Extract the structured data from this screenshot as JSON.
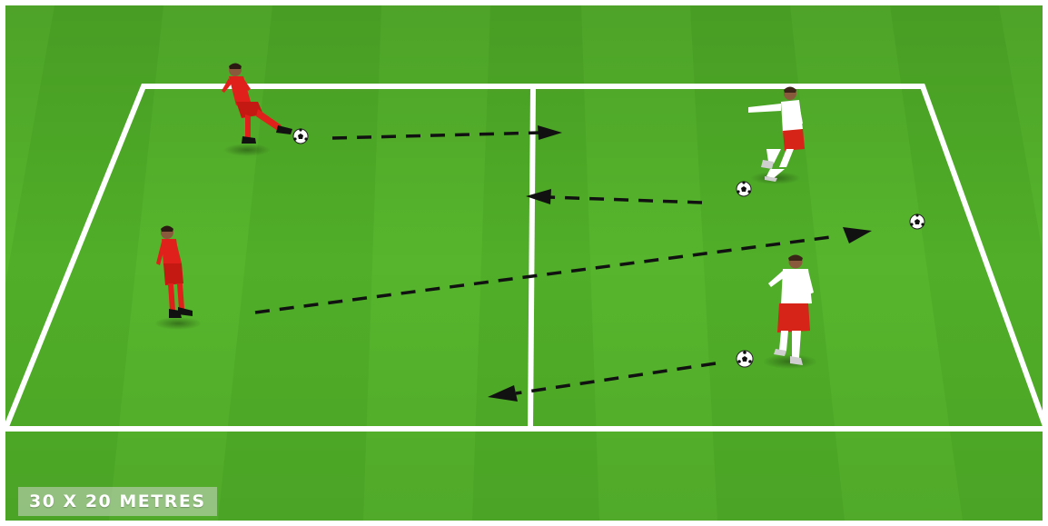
{
  "diagram": {
    "area_label": "30 X 20 METRES"
  },
  "colors": {
    "grass_light": "#5fbf32",
    "grass_dark": "#4aa826",
    "lines": "#ffffff",
    "red_team": "#e0201a",
    "white_team_shirt": "#ffffff",
    "white_team_shorts": "#d62418",
    "arrow": "#111111"
  },
  "players": [
    {
      "team": "red",
      "pose": "kicking"
    },
    {
      "team": "red",
      "pose": "standing"
    },
    {
      "team": "white",
      "pose": "passing"
    },
    {
      "team": "white",
      "pose": "standing"
    }
  ],
  "balls_count": 4,
  "pass_arrows_count": 4
}
